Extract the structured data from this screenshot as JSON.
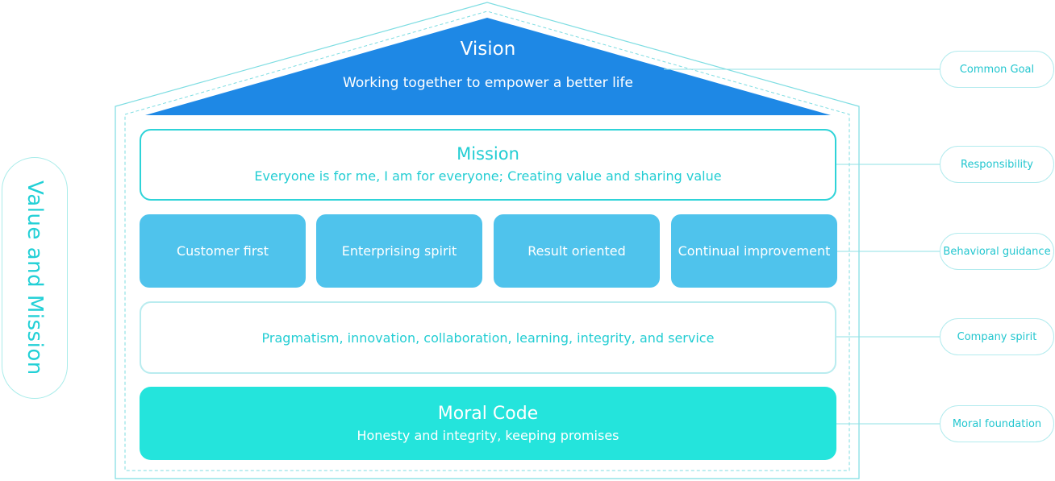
{
  "side_label": "Value and Mission",
  "vision": {
    "title": "Vision",
    "subtitle": "Working together to empower a better life"
  },
  "mission": {
    "title": "Mission",
    "subtitle": "Everyone is for me, I am for everyone; Creating value and sharing value"
  },
  "values": [
    "Customer first",
    "Enterprising spirit",
    "Result oriented",
    "Continual improvement"
  ],
  "spirit": "Pragmatism, innovation, collaboration, learning, integrity, and service",
  "moral": {
    "title": "Moral Code",
    "subtitle": "Honesty and integrity, keeping promises"
  },
  "labels": [
    "Common Goal",
    "Responsibility",
    "Behavioral guidance",
    "Company spirit",
    "Moral foundation"
  ],
  "colors": {
    "vision_blue": "#1e88e5",
    "teal_text": "#22cdd3",
    "value_blue": "#4fc3ec",
    "moral_teal": "#24e4dc",
    "outline": "#7ddde2"
  }
}
